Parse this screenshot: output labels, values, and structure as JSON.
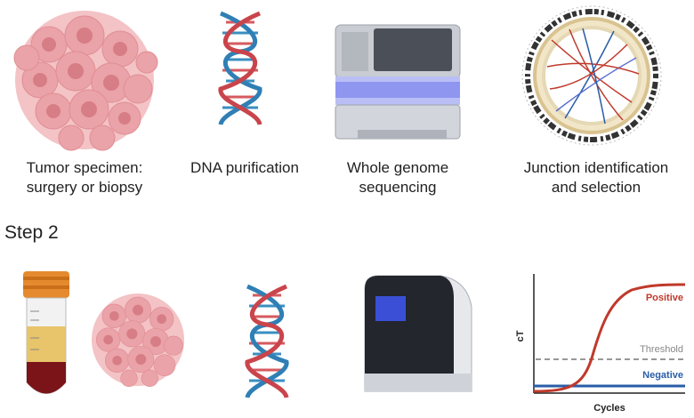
{
  "step1": {
    "items": [
      {
        "line1": "Tumor specimen:",
        "line2": "surgery or biopsy"
      },
      {
        "line1": "DNA purification",
        "line2": ""
      },
      {
        "line1": "Whole genome",
        "line2": "sequencing"
      },
      {
        "line1": "Junction identification",
        "line2": "and selection"
      }
    ]
  },
  "step2": {
    "title": "Step 2"
  },
  "chart_data": {
    "type": "line",
    "title": "",
    "xlabel": "Cycles",
    "ylabel": "cT",
    "series": [
      {
        "name": "Positive",
        "color": "#c0392b",
        "shape": "sigmoid rising to plateau"
      },
      {
        "name": "Negative",
        "color": "#2a5da8",
        "shape": "flat baseline"
      }
    ],
    "threshold_label": "Threshold",
    "threshold_style": "dashed",
    "grid": false
  },
  "colors": {
    "tumor": "#e9a0a5",
    "dna_red": "#d65a5f",
    "dna_blue": "#3a8fc2",
    "positive": "#c0392b",
    "negative": "#2a5da8"
  },
  "icons": [
    "tumor-cell-cluster-icon",
    "dna-helix-icon",
    "sequencer-icon",
    "circos-plot-icon",
    "blood-tube-icon",
    "qpcr-machine-icon"
  ]
}
